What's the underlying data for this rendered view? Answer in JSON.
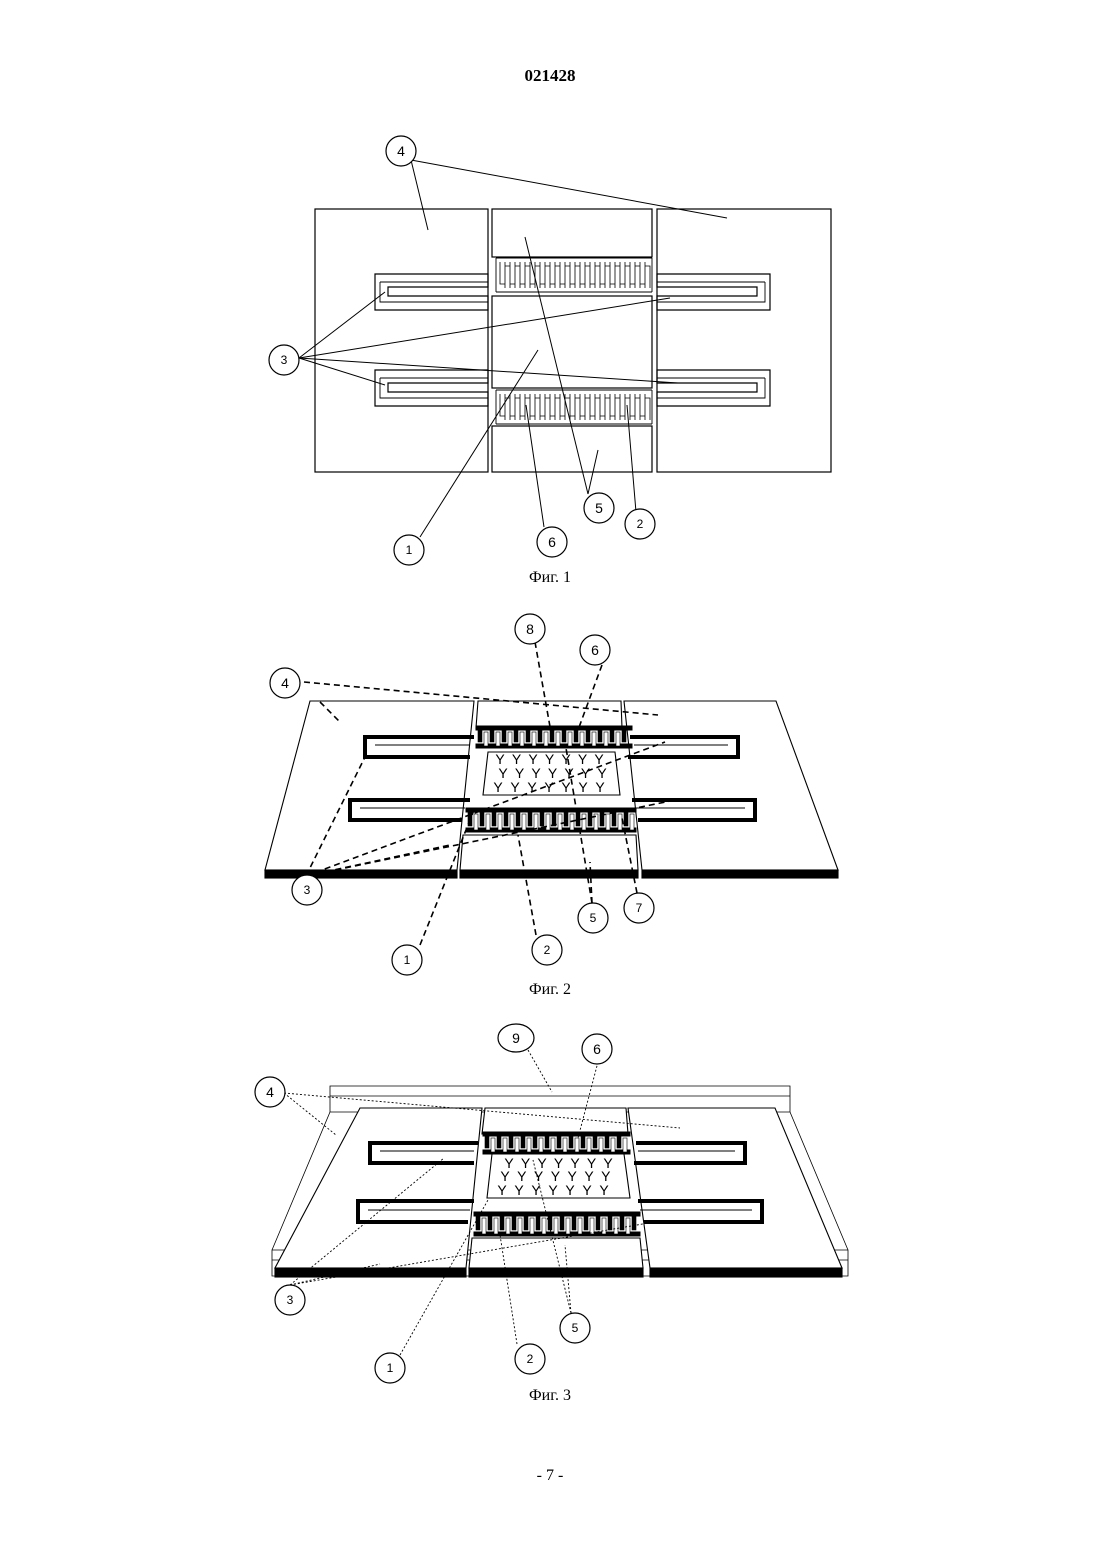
{
  "header": {
    "document_number": "021428"
  },
  "figures": [
    {
      "caption": "Фиг. 1",
      "callouts": [
        "4",
        "3",
        "1",
        "6",
        "5",
        "2"
      ]
    },
    {
      "caption": "Фиг. 2",
      "callouts": [
        "8",
        "6",
        "4",
        "3",
        "1",
        "2",
        "5",
        "7"
      ]
    },
    {
      "caption": "Фиг. 3",
      "callouts": [
        "9",
        "6",
        "4",
        "3",
        "1",
        "2",
        "5"
      ]
    }
  ],
  "footer": {
    "page_number": "- 7 -"
  }
}
